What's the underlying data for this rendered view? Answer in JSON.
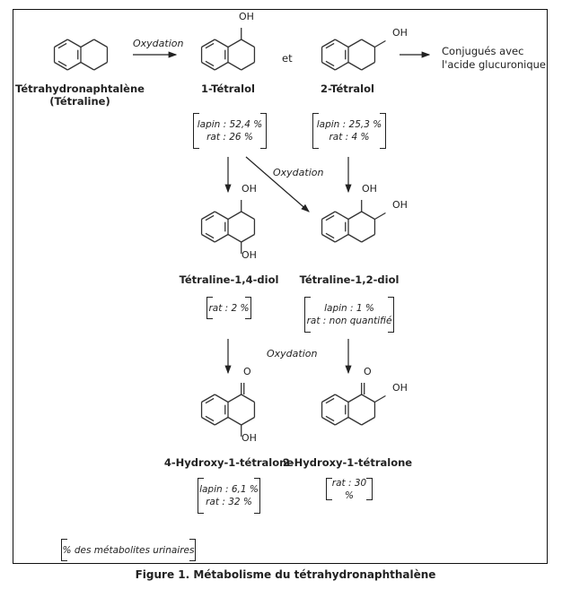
{
  "compounds": {
    "tetraline": {
      "name": "Tétrahydronaphtalène",
      "alias": "(Tétraline)"
    },
    "tetralol1": {
      "name": "1-Tétralol",
      "substituent": "OH"
    },
    "tetralol2": {
      "name": "2-Tétralol",
      "substituent": "OH"
    },
    "diol14": {
      "name": "Tétraline-1,4-diol",
      "substituent_top": "OH",
      "substituent_bottom": "OH"
    },
    "diol12": {
      "name": "Tétraline-1,2-diol",
      "substituent_1": "OH",
      "substituent_2": "OH"
    },
    "hydroxy4": {
      "name": "4-Hydroxy-1-tétralone",
      "carbonyl": "O",
      "substituent": "OH"
    },
    "hydroxy2": {
      "name": "2-Hydroxy-1-tétralone",
      "carbonyl": "O",
      "substituent": "OH"
    }
  },
  "reactions": {
    "oxidation_label": "Oxydation",
    "conjunction": "et",
    "conjugate": [
      "Conjugués avec",
      "l'acide glucuronique"
    ]
  },
  "percentages": {
    "tetralol1": [
      "lapin : 52,4 %",
      "rat : 26 %"
    ],
    "tetralol2": [
      "lapin : 25,3 %",
      "rat : 4 %"
    ],
    "diol14": [
      "rat : 2 %"
    ],
    "diol12": [
      "lapin : 1 %",
      "rat : non quantifié"
    ],
    "hydroxy4": [
      "lapin : 6,1 %",
      "rat : 32 %"
    ],
    "hydroxy2": [
      "rat : 30 %"
    ]
  },
  "legend": "% des métabolites urinaires",
  "caption": "Figure 1. Métabolisme du tétrahydronaphthalène"
}
